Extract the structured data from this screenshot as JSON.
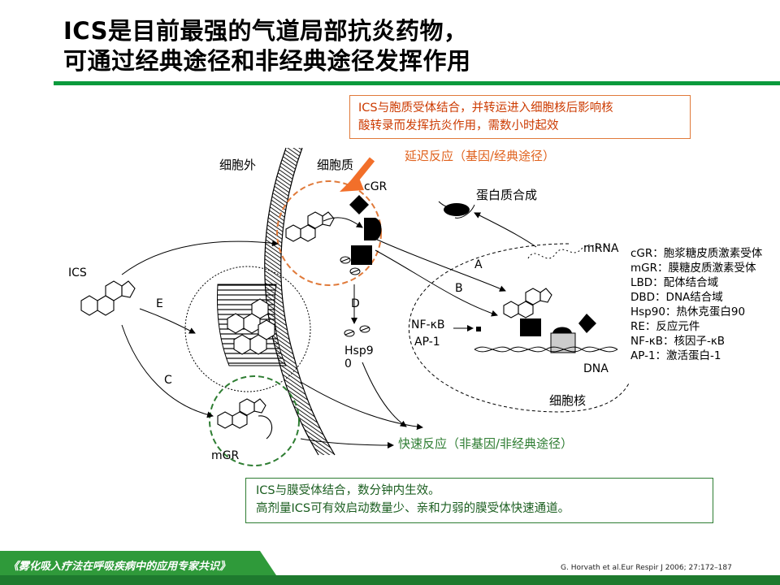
{
  "title": {
    "line1": "ICS是目前最强的气道局部抗炎药物，",
    "line2": "可通过经典途径和非经典途径发挥作用"
  },
  "top_box": {
    "line1": "ICS与胞质受体结合，并转运进入细胞核后影响核",
    "line2": "酸转录而发挥抗炎作用，需数小时起效"
  },
  "bottom_box": {
    "line1": "ICS与膜受体结合，数分钟内生效。",
    "line2": "高剂量ICS可有效启动数量少、亲和力弱的膜受体快速通道。"
  },
  "labels": {
    "delayed": "延迟反应（基因/经典途径）",
    "rapid": "快速反应（非基因/非经典途径）",
    "extracellular": "细胞外",
    "cytoplasm": "细胞质",
    "cgr": "cGR",
    "protein_synthesis": "蛋白质合成",
    "mrna": "mRNA",
    "ics": "ICS",
    "e": "E",
    "c": "C",
    "a": "A",
    "b": "B",
    "d": "D",
    "hsp90_line1": "Hsp9",
    "hsp90_line2": "0",
    "nfkb": "NF-κB",
    "ap1": "AP-1",
    "dna": "DNA",
    "nucleus": "细胞核",
    "mgr": "mGR"
  },
  "legend": [
    "cGR：胞浆糖皮质激素受体",
    "mGR：膜糖皮质激素受体",
    "LBD：配体结合域",
    "DBD：DNA结合域",
    "Hsp90：热休克蛋白90",
    "RE：反应元件",
    "NF-κB：核因子-κB",
    "AP-1：激活蛋白-1"
  ],
  "footer": {
    "text": "《雾化吸入疗法在呼吸疾病中的应用专家共识》",
    "citation": "G. Horvath et al.Eur Respir J 2006; 27:172–187"
  },
  "colors": {
    "accent_green": "#0b9a3c",
    "orange": "#e07a3a",
    "dark_green": "#2e7d32"
  }
}
